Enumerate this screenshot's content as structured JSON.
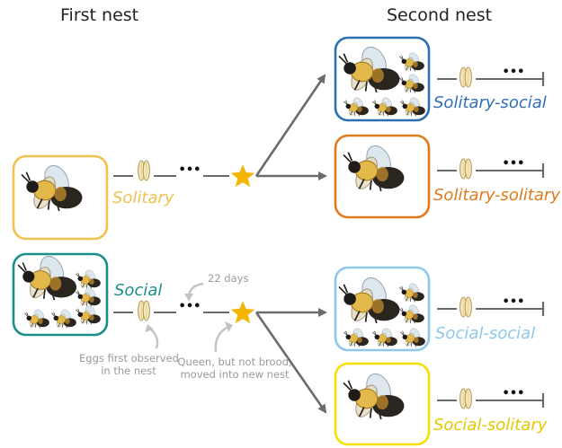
{
  "headers": {
    "first_nest": "First nest",
    "second_nest": "Second nest"
  },
  "colors": {
    "solitary": "#f2c14e",
    "social": "#1a8f8a",
    "solitary_social": "#2e6eb5",
    "solitary_solitary": "#e07b1a",
    "social_social": "#8cc8ea",
    "social_solitary": "#f5e000",
    "line": "#6b6b6b",
    "star": "#f5b400",
    "note": "#9a9a9a"
  },
  "icons": {
    "egg": "egg-pair-icon",
    "star": "star-icon",
    "bee": "bumblebee-icon",
    "terminator": "line-end-bar-icon"
  },
  "labels": {
    "solitary": "Solitary",
    "social": "Social",
    "solitary_social": "Solitary-social",
    "solitary_solitary": "Solitary-solitary",
    "social_social": "Social-social",
    "social_solitary": "Social-solitary"
  },
  "notes": {
    "days": "22 days",
    "eggs_line1": "Eggs first observed",
    "eggs_line2": "in the nest",
    "queen_line1": "Queen, but not brood,",
    "queen_line2": "moved into new nest"
  },
  "ellipsis": "•••"
}
